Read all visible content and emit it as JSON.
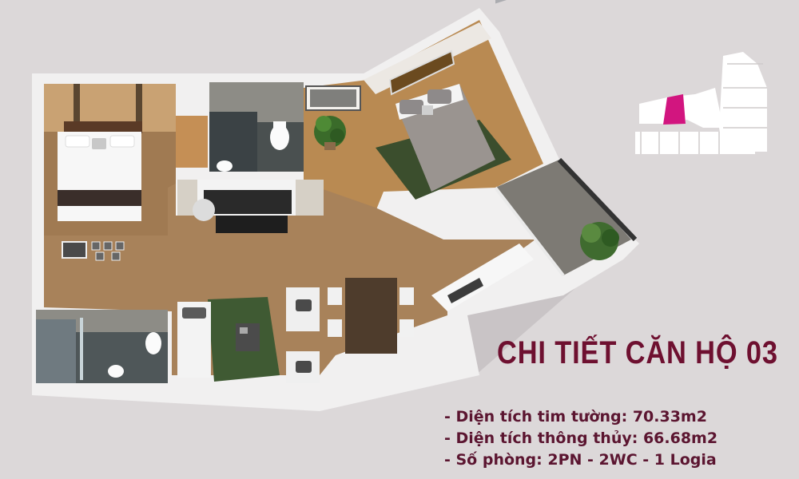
{
  "title": "CHI TIẾT CĂN HỘ 03",
  "specs": [
    "- Diện tích tim tường: 70.33m2",
    "- Diện tích thông thủy: 66.68m2",
    "- Số phòng: 2PN - 2WC - 1 Logia"
  ],
  "colors": {
    "background": "#dcd8d9",
    "title": "#6e1030",
    "highlight_unit": "#d2157f"
  }
}
